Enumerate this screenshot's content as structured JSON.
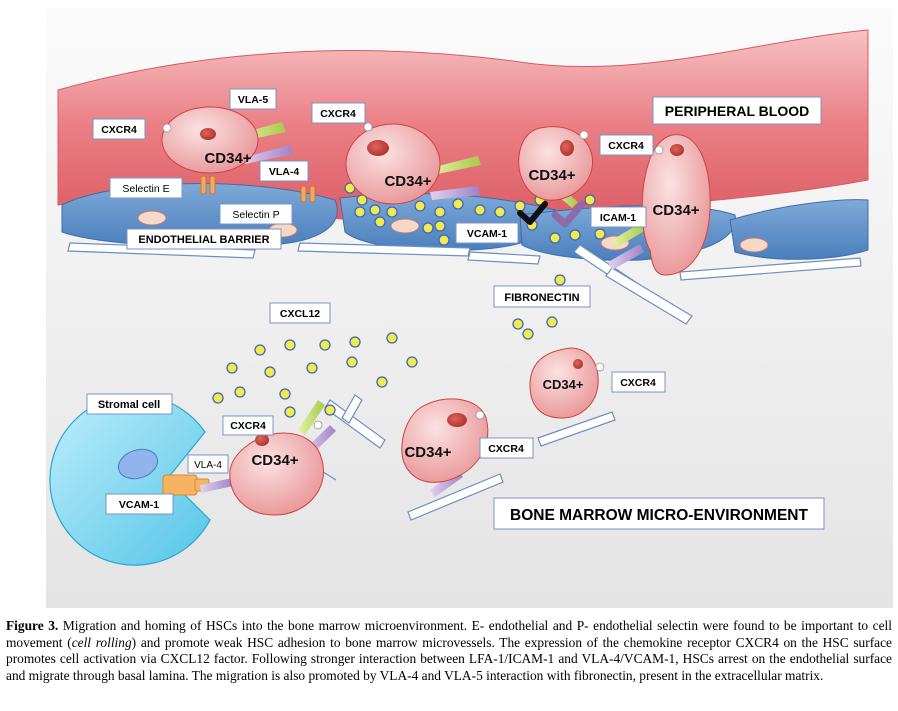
{
  "labels": {
    "peripheral_blood": "PERIPHERAL BLOOD",
    "endothelial_barrier": "ENDOTHELIAL BARRIER",
    "bone_marrow": "BONE MARROW MICRO-ENVIRONMENT",
    "cxcr4": "CXCR4",
    "vla5": "VLA-5",
    "vla4": "VLA-4",
    "selectin_e": "Selectin E",
    "selectin_p": "Selectin P",
    "vcam1": "VCAM-1",
    "icam1": "ICAM-1",
    "fibronectin": "FIBRONECTIN",
    "cxcl12": "CXCL12",
    "stromal_cell": "Stromal cell",
    "cd34": "CD34+"
  },
  "caption": {
    "figure_label": "Figure 3.",
    "text_before_italic": " Migration and homing of HSCs into the bone marrow microenvironment. E- endothelial and P- endothelial selectin were found to be important to cell movement (",
    "italic": "cell rolling",
    "text_after_italic": ") and promote weak HSC adhesion to bone marrow microvessels. The expression of the chemokine receptor CXCR4 on the HSC surface promotes cell activation via CXCL12 factor. Following stronger interaction between LFA-1/ICAM-1 and VLA-4/VCAM-1, HSCs arrest on the endothelial surface and migrate through basal lamina. The migration is also promoted by VLA-4 and VLA-5 interaction with fibronectin, present in the extracellular matrix."
  },
  "colors": {
    "blood": "#e8737a",
    "endothelium": "#5b8fc9",
    "cell": "#f0a9ab",
    "nucleus": "#c8403c",
    "stromal": "#7fd3ee",
    "ligand_dot": "#f2ea50",
    "background": "#efefef"
  }
}
